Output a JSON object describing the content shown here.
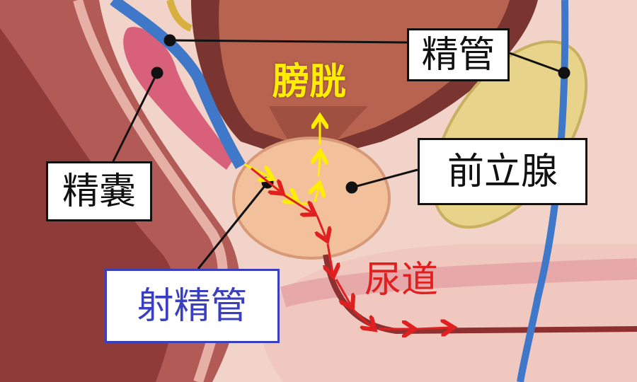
{
  "labels": {
    "vas_deferens": "精管",
    "bladder": "膀胱",
    "prostate": "前立腺",
    "seminal_vesicle": "精嚢",
    "ejaculatory_duct": "射精管",
    "urethra": "尿道"
  },
  "colors": {
    "bladder_label": "#ffee00",
    "ejaculatory_duct_label": "#3a3fc0",
    "urethra_label": "#e02020",
    "vas_deferens_tube": "#3f78c8",
    "arrow_yellow": "#ffee00",
    "arrow_red": "#e02020"
  }
}
